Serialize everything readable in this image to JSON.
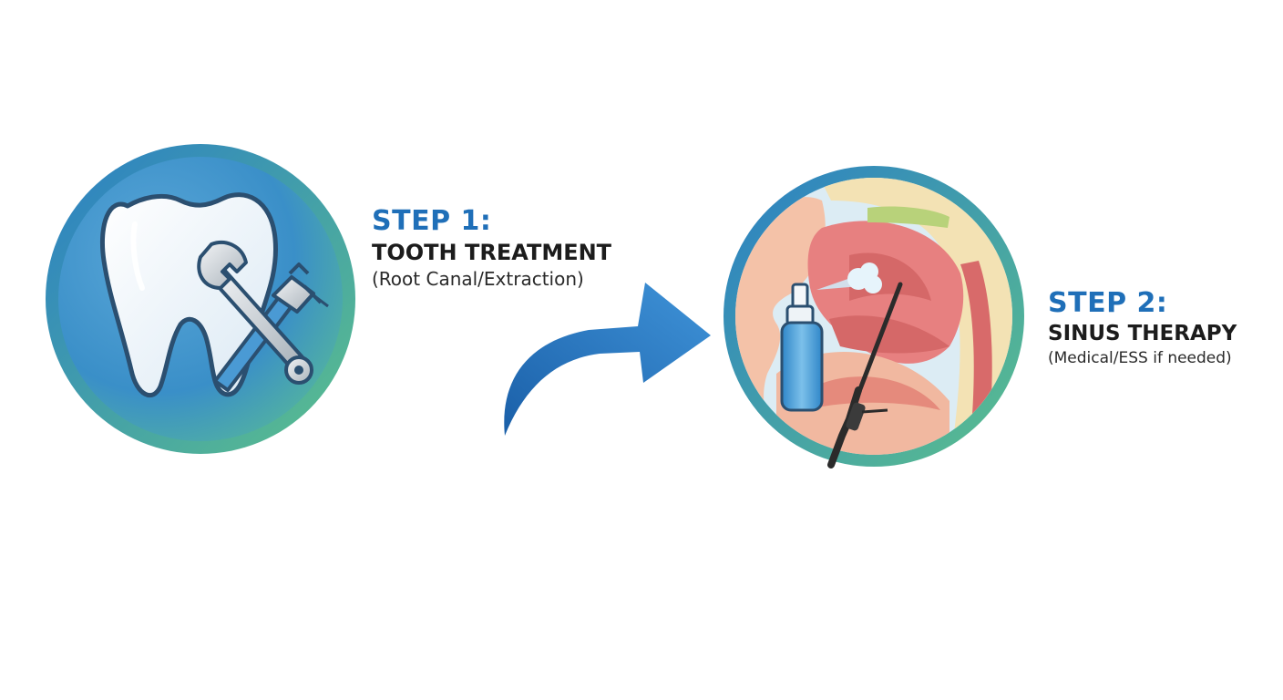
{
  "colors": {
    "accent_blue": "#1f6fb8",
    "ring_blue": "#2d84c8",
    "ring_green": "#5cc08c",
    "text_dark": "#1c1c1c"
  },
  "step1": {
    "label": "STEP 1:",
    "heading": "TOOTH TREATMENT",
    "subtext": "(Root Canal/Extraction)",
    "icons": [
      "tooth-icon",
      "wrench-icon",
      "dental-drill-icon"
    ]
  },
  "step2": {
    "label": "STEP 2:",
    "heading": "SINUS THERAPY",
    "subtext": "(Medical/ESS if needed)",
    "icons": [
      "sinus-anatomy-icon",
      "nasal-spray-icon",
      "endoscope-icon"
    ]
  },
  "connector": {
    "icon": "curved-arrow-icon"
  }
}
